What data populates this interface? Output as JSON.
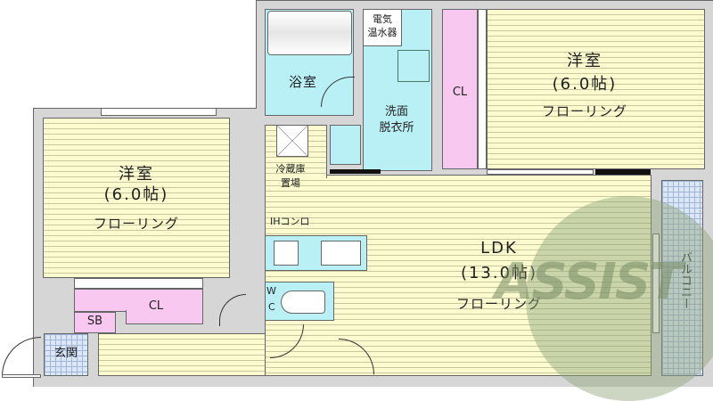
{
  "floorplan": {
    "rooms": {
      "bedroom_left": {
        "name": "洋室",
        "size": "(6.0帖)",
        "floor": "フローリング"
      },
      "bedroom_right": {
        "name": "洋室",
        "size": "(6.0帖)",
        "floor": "フローリング"
      },
      "ldk": {
        "name": "LDK",
        "size": "(13.0帖)",
        "floor": "フローリング"
      },
      "bathroom": {
        "name": "浴室"
      },
      "washroom": {
        "name_line1": "洗面",
        "name_line2": "脱衣所"
      },
      "water_heater": {
        "line1": "電気",
        "line2": "温水器"
      },
      "fridge_space": {
        "line1": "冷蔵庫",
        "line2": "置場"
      },
      "stove": {
        "name": "IHコンロ"
      },
      "toilet": {
        "line1": "W",
        "line2": "C"
      },
      "closet_right": {
        "name": "CL"
      },
      "closet_left": {
        "name": "CL"
      },
      "shoe_box": {
        "name": "SB"
      },
      "entrance": {
        "name": "玄関"
      },
      "balcony": {
        "name": "バルコニー"
      }
    },
    "watermark": {
      "text": "ASSIST",
      "color": "#8fa37a"
    },
    "colors": {
      "floor": "#fbfbcf",
      "wet_area": "#b9f0f6",
      "closet": "#f8c8f0",
      "wall": "#d6d6d6",
      "tile": "#dbe6f6"
    }
  }
}
